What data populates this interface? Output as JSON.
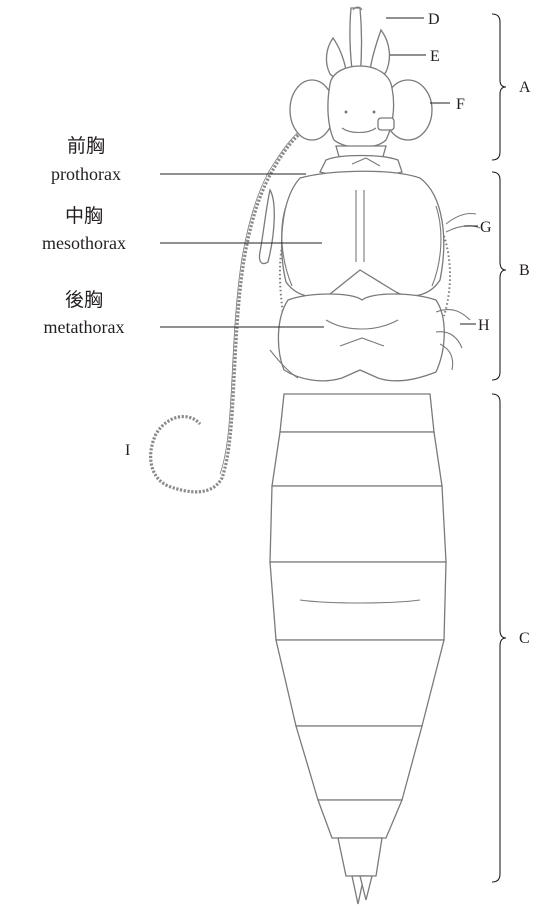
{
  "regions": {
    "prothorax": {
      "cjk": "前胸",
      "latin": "prothorax"
    },
    "mesothorax": {
      "cjk": "中胸",
      "latin": "mesothorax"
    },
    "metathorax": {
      "cjk": "後胸",
      "latin": "metathorax"
    }
  },
  "letters": {
    "d": "D",
    "e": "E",
    "f": "F",
    "g": "G",
    "h": "H",
    "i": "I",
    "a": "A",
    "b": "B",
    "c": "C"
  },
  "colors": {
    "ink": "#231f20",
    "drawing": "#7a7a7a"
  }
}
